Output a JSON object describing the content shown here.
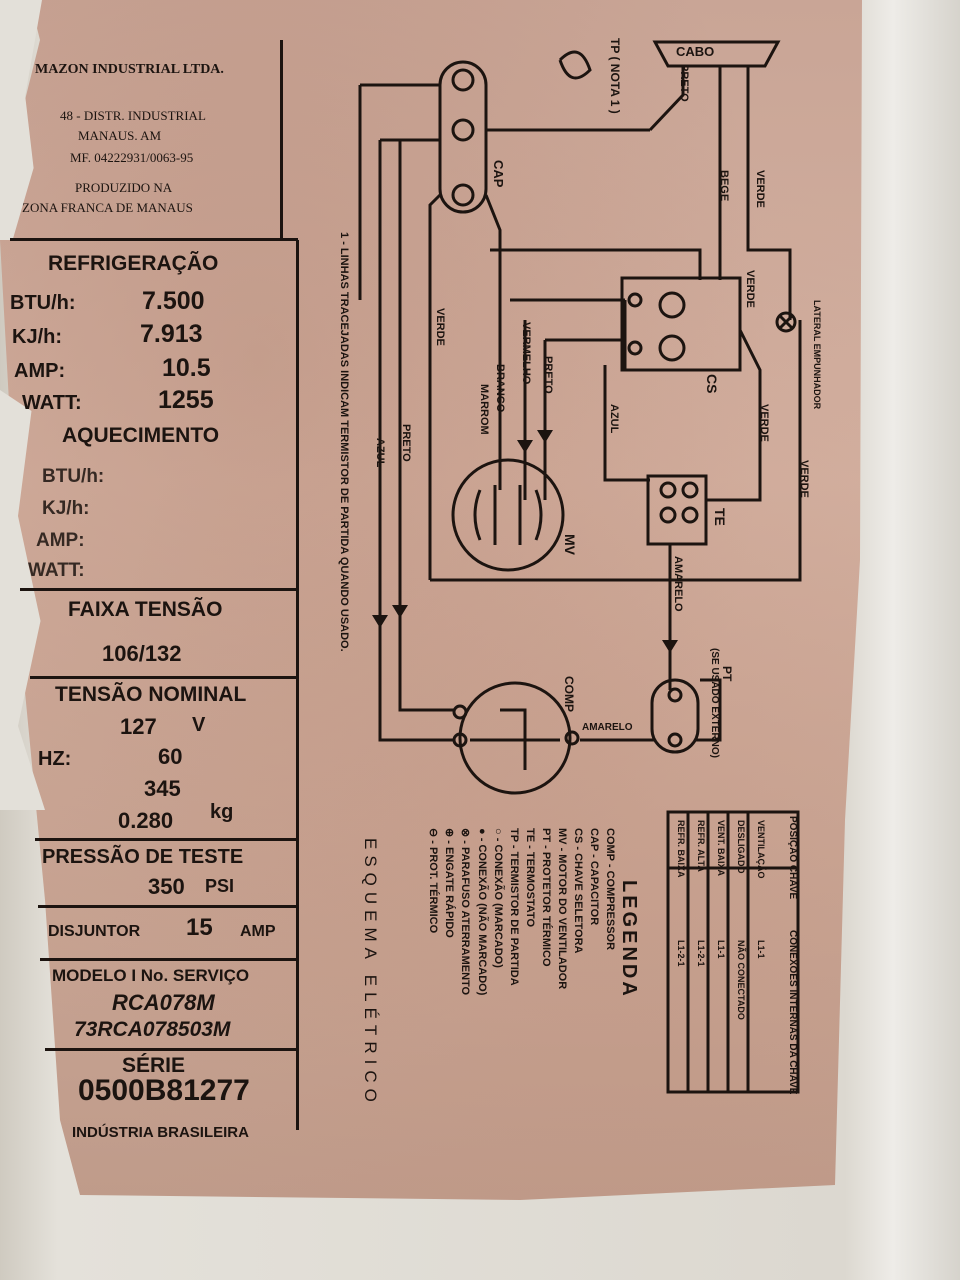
{
  "label": {
    "company": "MAZON INDUSTRIAL LTDA.",
    "address1": "48 - DISTR. INDUSTRIAL",
    "address2": "MANAUS. AM",
    "cnpj": "MF. 04222931/0063-95",
    "produced": "PRODUZIDO NA",
    "zone": "ZONA FRANCA DE MANAUS",
    "refrigeration": "REFRIGERAÇÃO",
    "btu_label": "BTU/h:",
    "btu_value": "7.500",
    "kj_label": "KJ/h:",
    "kj_value": "7.913",
    "amp_label": "AMP:",
    "amp_value": "10.5",
    "watt_label": "WATT:",
    "watt_value": "1255",
    "heating": "AQUECIMENTO",
    "heat_btu": "BTU/h:",
    "heat_kj": "KJ/h:",
    "heat_amp": "AMP:",
    "heat_watt": "WATT:",
    "voltage_range_title": "FAIXA TENSÃO",
    "voltage_range": "106/132",
    "nominal_title": "TENSÃO NOMINAL",
    "nominal_value": "127",
    "nominal_unit": "V",
    "hz_label": "HZ:",
    "hz_value": "60",
    "value_345": "345",
    "weight_value": "0.280",
    "weight_unit": "kg",
    "pressure_title": "PRESSÃO DE TESTE",
    "pressure_value": "350",
    "pressure_unit": "PSI",
    "breaker_label": "DISJUNTOR",
    "breaker_value": "15",
    "breaker_unit": "AMP",
    "model_title": "MODELO I No. SERVIÇO",
    "model_value": "RCA078M",
    "service_value": "73RCA078503M",
    "serie_title": "SÉRIE",
    "serie_value": "0500B81277",
    "made_in": "INDÚSTRIA BRASILEIRA"
  },
  "diagram": {
    "title": "ESQUEMA ELÉTRICO",
    "note": "- LINHAS TRACEJADAS INDICAM TERMISTOR DE PARTIDA QUANDO USADO.",
    "note_marker": "1",
    "cable": "CABO",
    "tp_label": "TP ( NOTA 1 )",
    "cap_label": "CAP",
    "cs_label": "CS",
    "te_label": "TE",
    "mv_label": "MV",
    "comp_label": "COMP",
    "pt_label": "PT",
    "pt_note": "(SE USADO EXTERNO)",
    "lamp_label": "LATERAL EMPUNHADOR",
    "wires": {
      "preto": "PRETO",
      "bege": "BEGE",
      "verde": "VERDE",
      "vermelho": "VERMELHO",
      "branco": "BRANCO",
      "marrom": "MARROM",
      "azul": "AZUL",
      "amarelo": "AMARELO"
    }
  },
  "legend": {
    "title": "LEGENDA",
    "items": [
      {
        "code": "COMP",
        "desc": "- COMPRESSOR"
      },
      {
        "code": "CAP",
        "desc": "- CAPACITOR"
      },
      {
        "code": "CS",
        "desc": "- CHAVE SELETORA"
      },
      {
        "code": "MV",
        "desc": "- MOTOR DO VENTILADOR"
      },
      {
        "code": "PT",
        "desc": "- PROTETOR TÉRMICO"
      },
      {
        "code": "TE",
        "desc": "- TERMOSTATO"
      },
      {
        "code": "TP",
        "desc": "- TERMISTOR DE PARTIDA"
      },
      {
        "code": "○",
        "desc": "- CONEXÃO (MARCADO)"
      },
      {
        "code": "●",
        "desc": "- CONEXÃO (NÃO MARCADO)"
      },
      {
        "code": "⊗",
        "desc": "- PARAFUSO ATERRAMENTO"
      },
      {
        "code": "⊕",
        "desc": "- ENGATE RÁPIDO"
      },
      {
        "code": "⊖",
        "desc": "- PROT. TÉRMICO"
      }
    ]
  },
  "switch_table": {
    "col1": "POSIÇÃO CHAVE",
    "col2": "CONEXÕES INTERNAS DA CHAVE",
    "rows": [
      {
        "pos": "VENTILAÇÃO",
        "conn": "L1-1"
      },
      {
        "pos": "DESLIGADO",
        "conn": "NÃO CONECTADO"
      },
      {
        "pos": "VENT. BAIXA",
        "conn": "L1-1"
      },
      {
        "pos": "REFR. ALTA",
        "conn": "L1-2-1"
      },
      {
        "pos": "REFR. BAIXA",
        "conn": "L1-2-1"
      }
    ]
  },
  "colors": {
    "ink": "#1c1410",
    "paper": "#c9a596"
  }
}
